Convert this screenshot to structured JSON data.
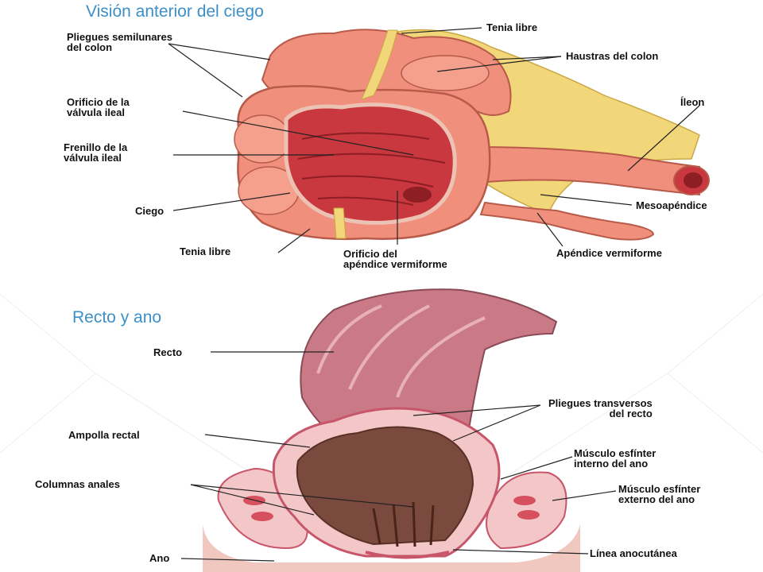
{
  "panels": {
    "top": {
      "title": "Visión anterior del ciego",
      "labels": {
        "pliegues_semilunares": [
          "Pliegues semilunares",
          "del colon"
        ],
        "tenia_libre_top": "Tenia libre",
        "haustras": "Haustras del colon",
        "ileon": "Íleon",
        "orificio_valvula": [
          "Orificio de la",
          "válvula ileal"
        ],
        "frenillo": [
          "Frenillo de la",
          "válvula ileal"
        ],
        "ciego": "Ciego",
        "mesoapendice": "Mesoapéndice",
        "tenia_libre_bottom": "Tenia libre",
        "orificio_apendice": [
          "Orificio del",
          "apéndice vermiforme"
        ],
        "apendice": "Apéndice vermiforme"
      }
    },
    "bottom": {
      "title": "Recto y ano",
      "labels": {
        "recto": "Recto",
        "pliegues_transversos": [
          "Pliegues transversos",
          "del recto"
        ],
        "ampolla": "Ampolla rectal",
        "esfinter_interno": [
          "Músculo esfínter",
          "interno del ano"
        ],
        "columnas": "Columnas anales",
        "esfinter_externo": [
          "Músculo esfínter",
          "externo del ano"
        ],
        "ano": "Ano",
        "linea_anocutanea": "Línea anocutánea"
      }
    }
  },
  "colors": {
    "title": "#3d8fc8",
    "colon_outer": "#f0907c",
    "colon_inner": "#c8383e",
    "mesentery": "#f2d77a",
    "rectum": "#c97a86",
    "rectum_dark": "#7a4a3e"
  }
}
